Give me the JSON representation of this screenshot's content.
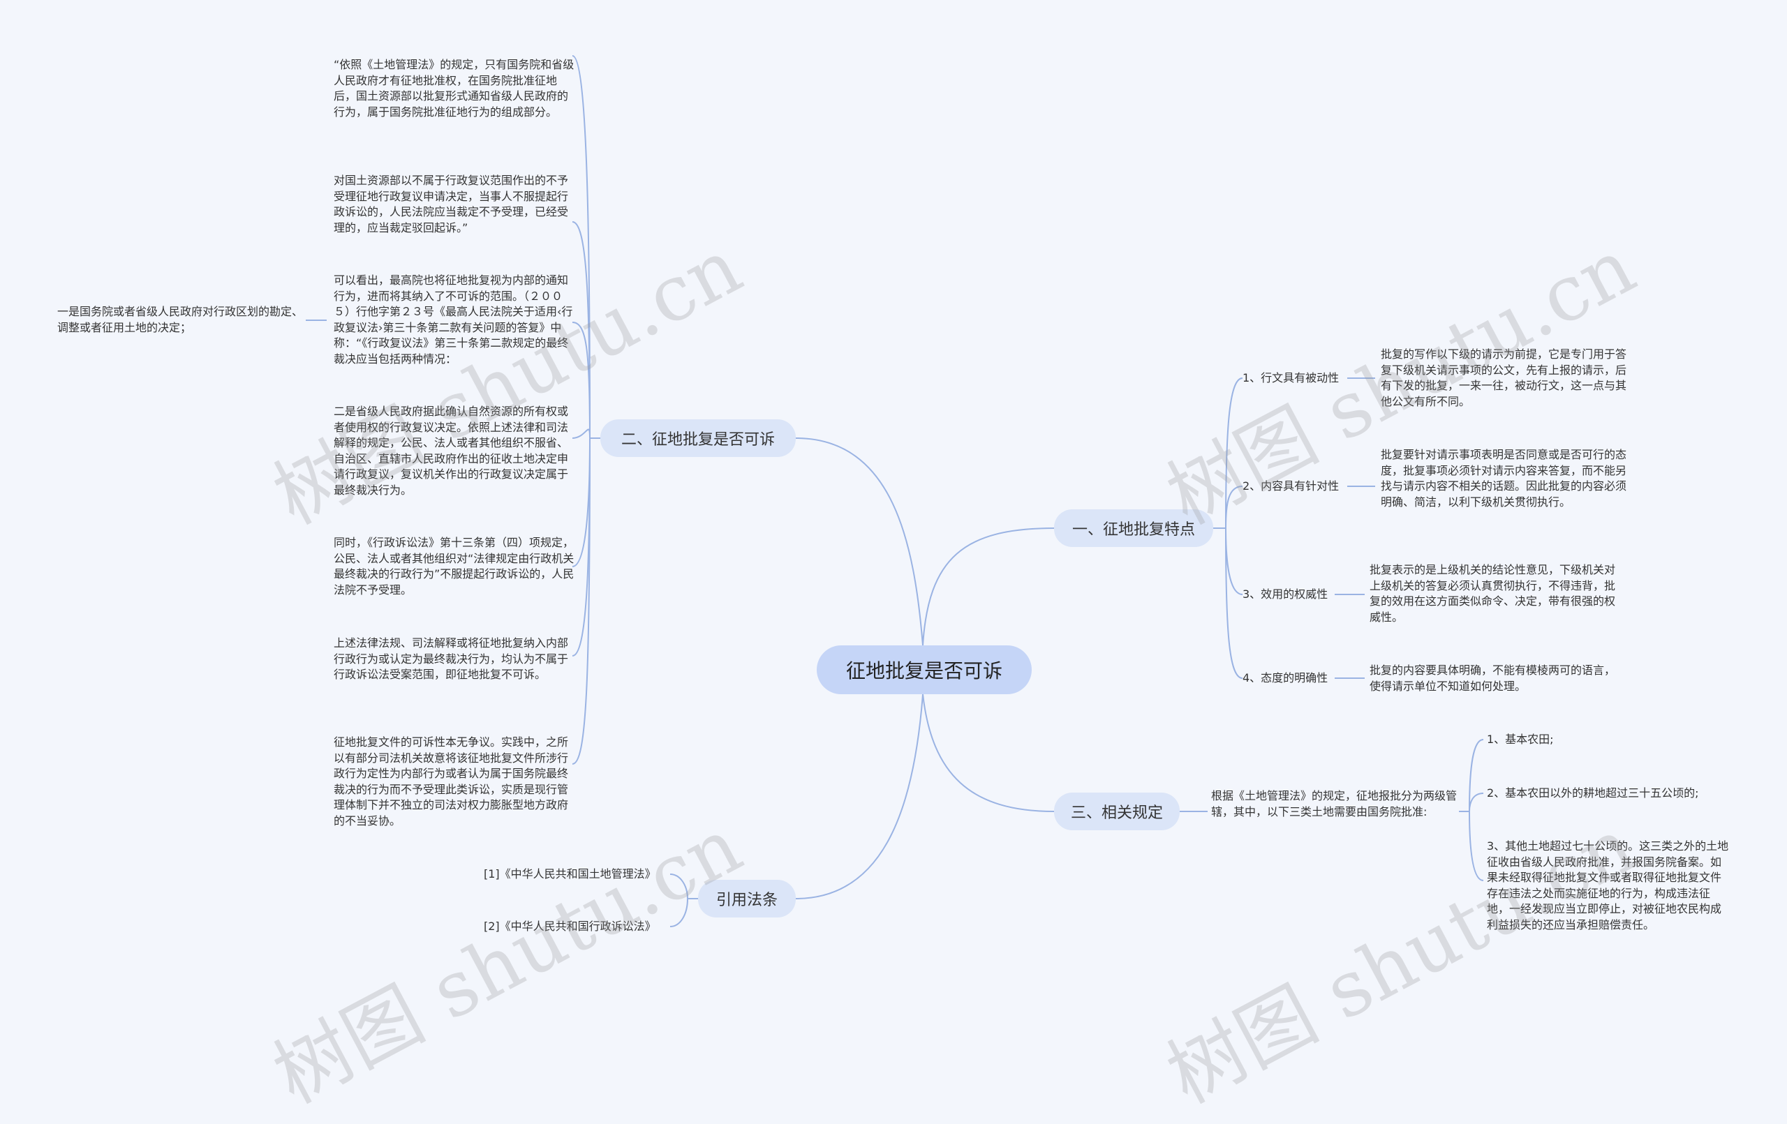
{
  "root": "征地批复是否可诉",
  "branches": {
    "b1": {
      "label": "一、征地批复特点",
      "items": [
        {
          "label": "1、行文具有被动性",
          "text": "批复的写作以下级的请示为前提，它是专门用于答复下级机关请示事项的公文，先有上报的请示，后有下发的批复，一来一往，被动行文，这一点与其他公文有所不同。"
        },
        {
          "label": "2、内容具有针对性",
          "text": "批复要针对请示事项表明是否同意或是否可行的态度，批复事项必须针对请示内容来答复，而不能另找与请示内容不相关的话题。因此批复的内容必须明确、简洁，以利下级机关贯彻执行。"
        },
        {
          "label": "3、效用的权威性",
          "text": "批复表示的是上级机关的结论性意见，下级机关对上级机关的答复必须认真贯彻执行，不得违背，批复的效用在这方面类似命令、决定，带有很强的权威性。"
        },
        {
          "label": "4、态度的明确性",
          "text": "批复的内容要具体明确，不能有模棱两可的语言，使得请示单位不知道如何处理。"
        }
      ]
    },
    "b2": {
      "label": "二、征地批复是否可诉",
      "paragraphs": [
        "“依照《土地管理法》的规定，只有国务院和省级人民政府才有征地批准权，在国务院批准征地后，国土资源部以批复形式通知省级人民政府的行为，属于国务院批准征地行为的组成部分。",
        "对国土资源部以不属于行政复议范围作出的不予受理征地行政复议申请决定，当事人不服提起行政诉讼的，人民法院应当裁定不予受理，已经受理的，应当裁定驳回起诉。”",
        "可以看出，最高院也将征地批复视为内部的通知行为，进而将其纳入了不可诉的范围。（２００５）行他字第２３号《最高人民法院关于适用‹行政复议法›第三十条第二款有关问题的答复》中称：“《行政复议法》第三十条第二款规定的最终裁决应当包括两种情况：",
        "二是省级人民政府据此确认自然资源的所有权或者使用权的行政复议决定。依照上述法律和司法解释的规定，公民、法人或者其他组织不服省、自治区、直辖市人民政府作出的征收土地决定申请行政复议，复议机关作出的行政复议决定属于最终裁决行为。",
        "同时，《行政诉讼法》第十三条第（四）项规定，公民、法人或者其他组织对“法律规定由行政机关最终裁决的行政行为”不服提起行政诉讼的，人民法院不予受理。",
        "上述法律法规、司法解释或将征地批复纳入内部行政行为或认定为最终裁决行为，均认为不属于行政诉讼法受案范围，即征地批复不可诉。",
        "征地批复文件的可诉性本无争议。实践中，之所以有部分司法机关故意将该征地批复文件所涉行政行为定性为内部行为或者认为属于国务院最终裁决的行为而不予受理此类诉讼，实质是现行管理体制下并不独立的司法对权力膨胀型地方政府的不当妥协。"
      ],
      "sub_note": "一是国务院或者省级人民政府对行政区划的勘定、调整或者征用土地的决定；"
    },
    "b3": {
      "label": "三、相关规定",
      "intro": "根据《土地管理法》的规定，征地报批分为两级管辖，其中，以下三类土地需要由国务院批准:",
      "items": [
        "1、基本农田;",
        "2、基本农田以外的耕地超过三十五公顷的;",
        "3、其他土地超过七十公顷的。这三类之外的土地征收由省级人民政府批准，并报国务院备案。如果未经取得征地批复文件或者取得征地批复文件存在违法之处而实施征地的行为，构成违法征地，一经发现应当立即停止，对被征地农民构成利益损失的还应当承担赔偿责任。"
      ]
    },
    "b4": {
      "label": "引用法条",
      "items": [
        "[1]《中华人民共和国土地管理法》",
        "[2]《中华人民共和国行政诉讼法》"
      ]
    }
  },
  "watermarks": [
    "树图 shutu.cn",
    "树图 shutu.cn",
    "树图 shutu.cn",
    "树图 shutu.cn"
  ],
  "colors": {
    "line": "#9ab3e3",
    "root_bg": "#c5d5f7",
    "branch_bg": "#dbe5f8",
    "bg": "#f3f6fc"
  }
}
